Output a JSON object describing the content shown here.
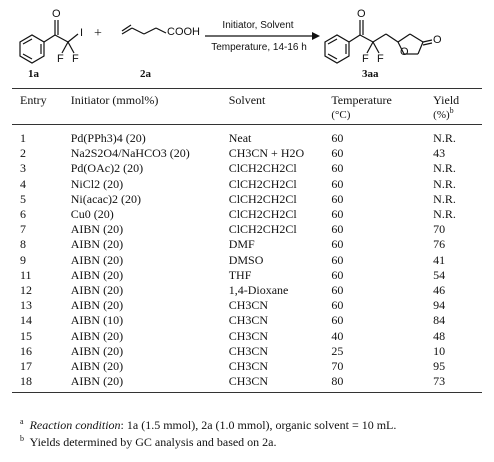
{
  "scheme": {
    "reactant1_label": "1a",
    "reactant2_label": "2a",
    "product_label": "3aa",
    "reagent_top": "Initiator, Solvent",
    "reagent_bottom": "Temperature, 14-16 h",
    "plus": "+",
    "cooh": "COOH",
    "iodo": "I",
    "fluoro": "F"
  },
  "table": {
    "headers": {
      "entry": "Entry",
      "initiator": "Initiator (mmol%)",
      "solvent": "Solvent",
      "temperature": "Temperature",
      "temperature_unit": "(°C)",
      "yield": "Yield",
      "yield_unit": "(%)",
      "yield_mark": "b"
    },
    "rows": [
      {
        "entry": "1",
        "initiator": "Pd(PPh3)4 (20)",
        "solvent": "Neat",
        "temp": "60",
        "yield": "N.R."
      },
      {
        "entry": "2",
        "initiator": "Na2S2O4/NaHCO3 (20)",
        "solvent": "CH3CN + H2O",
        "temp": "60",
        "yield": "43"
      },
      {
        "entry": "3",
        "initiator": "Pd(OAc)2 (20)",
        "solvent": "ClCH2CH2Cl",
        "temp": "60",
        "yield": "N.R."
      },
      {
        "entry": "4",
        "initiator": "NiCl2 (20)",
        "solvent": "ClCH2CH2Cl",
        "temp": "60",
        "yield": "N.R."
      },
      {
        "entry": "5",
        "initiator": "Ni(acac)2 (20)",
        "solvent": "ClCH2CH2Cl",
        "temp": "60",
        "yield": "N.R."
      },
      {
        "entry": "6",
        "initiator": "Cu0 (20)",
        "solvent": "ClCH2CH2Cl",
        "temp": "60",
        "yield": "N.R."
      },
      {
        "entry": "7",
        "initiator": "AIBN (20)",
        "solvent": "ClCH2CH2Cl",
        "temp": "60",
        "yield": "70"
      },
      {
        "entry": "8",
        "initiator": "AIBN (20)",
        "solvent": "DMF",
        "temp": "60",
        "yield": "76"
      },
      {
        "entry": "9",
        "initiator": "AIBN (20)",
        "solvent": "DMSO",
        "temp": "60",
        "yield": "41"
      },
      {
        "entry": "11",
        "initiator": "AIBN (20)",
        "solvent": "THF",
        "temp": "60",
        "yield": "54"
      },
      {
        "entry": "12",
        "initiator": "AIBN (20)",
        "solvent": "1,4-Dioxane",
        "temp": "60",
        "yield": "46"
      },
      {
        "entry": "13",
        "initiator": "AIBN (20)",
        "solvent": "CH3CN",
        "temp": "60",
        "yield": "94"
      },
      {
        "entry": "14",
        "initiator": "AIBN (10)",
        "solvent": "CH3CN",
        "temp": "60",
        "yield": "84"
      },
      {
        "entry": "15",
        "initiator": "AIBN (20)",
        "solvent": "CH3CN",
        "temp": "40",
        "yield": "48"
      },
      {
        "entry": "16",
        "initiator": "AIBN (20)",
        "solvent": "CH3CN",
        "temp": "25",
        "yield": "10"
      },
      {
        "entry": "17",
        "initiator": "AIBN (20)",
        "solvent": "CH3CN",
        "temp": "70",
        "yield": "95"
      },
      {
        "entry": "18",
        "initiator": "AIBN (20)",
        "solvent": "CH3CN",
        "temp": "80",
        "yield": "73"
      }
    ]
  },
  "footnotes": {
    "a_mark": "a",
    "a_italic": "Reaction condition",
    "a_text": ": 1a (1.5 mmol), 2a (1.0 mmol), organic solvent = 10 mL.",
    "b_mark": "b",
    "b_text": "Yields determined by GC analysis and based on 2a."
  }
}
